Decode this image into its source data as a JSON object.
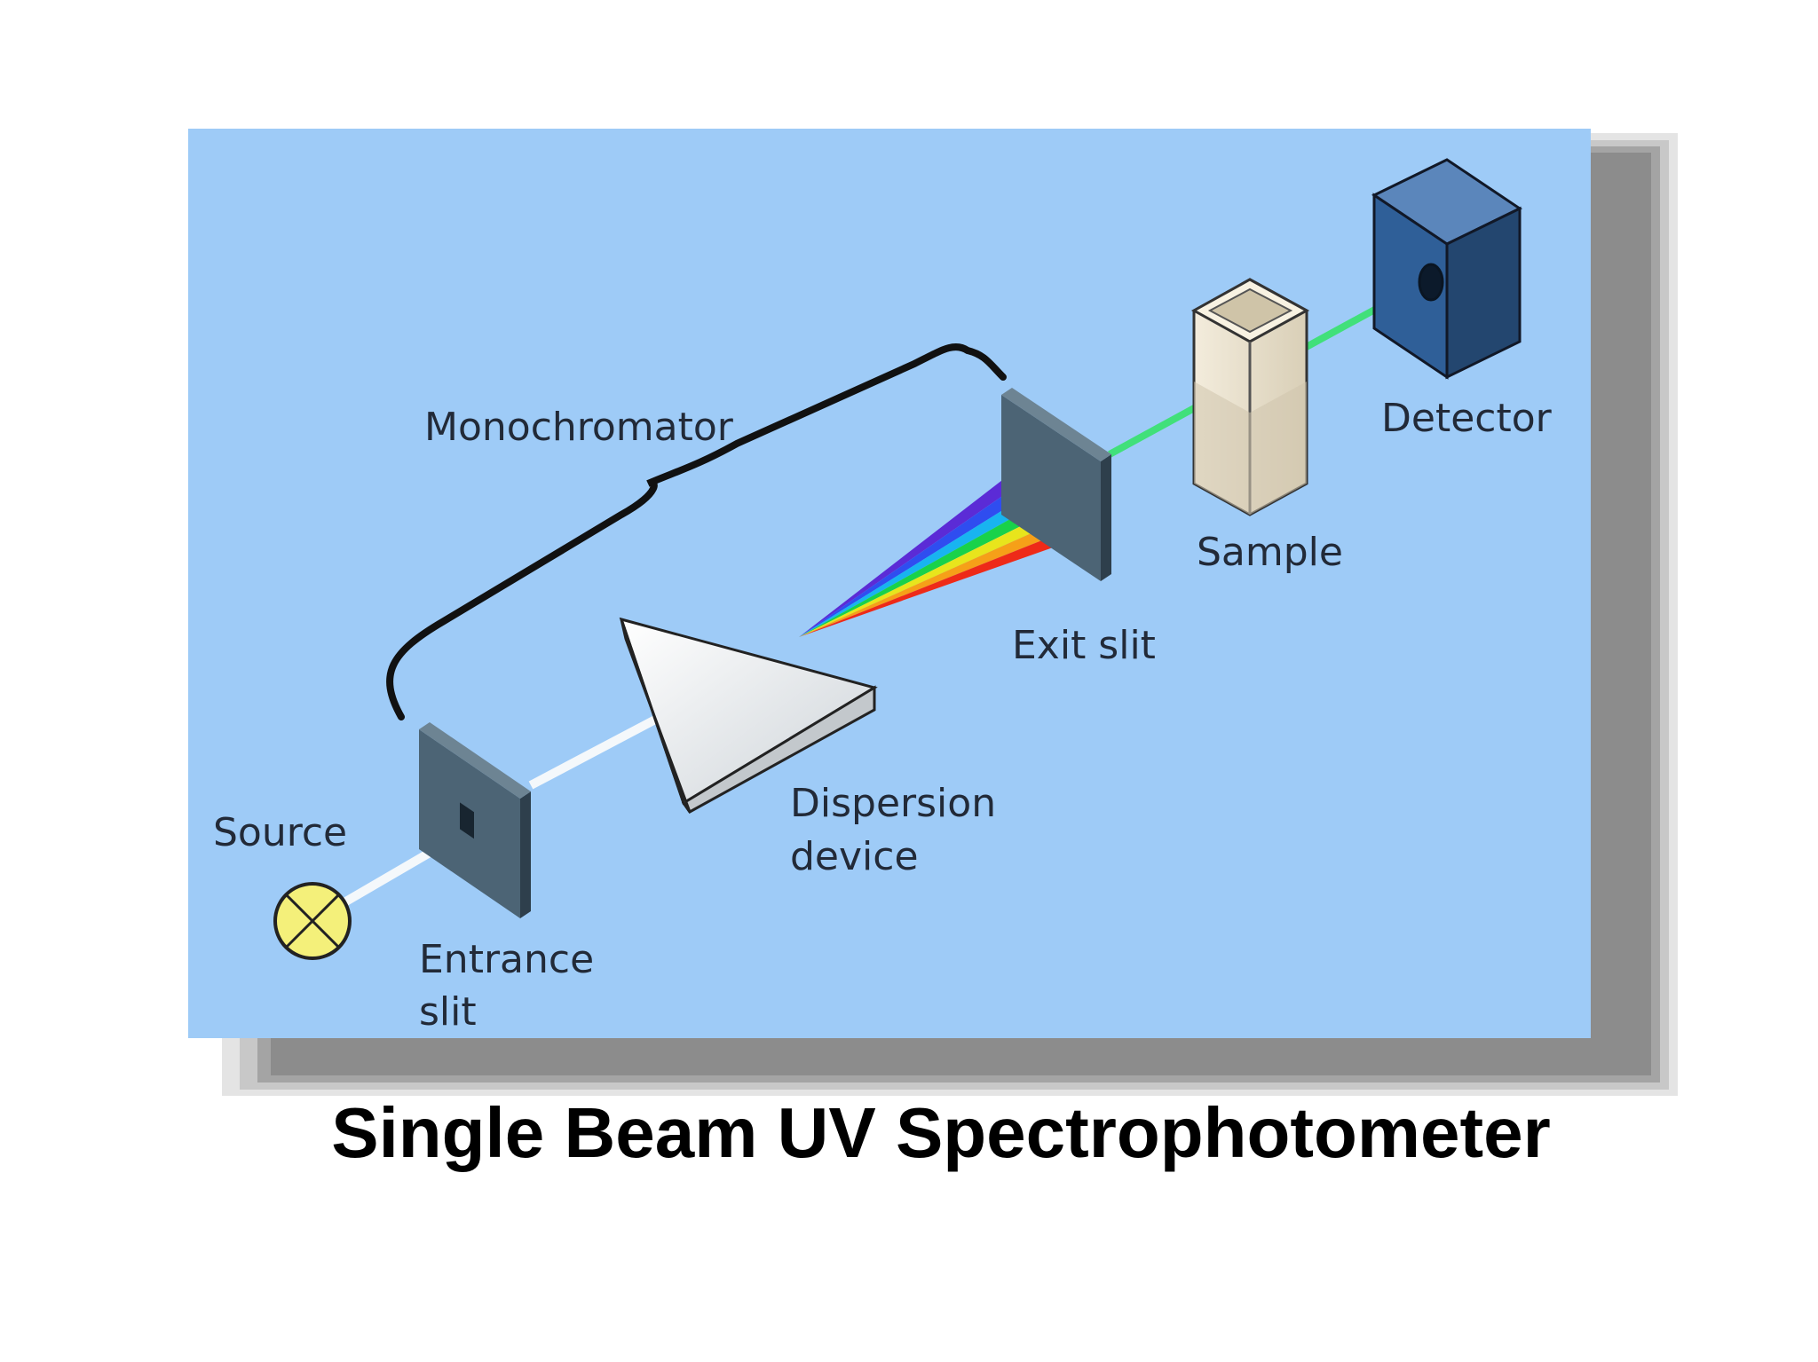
{
  "diagram": {
    "labels": {
      "monochromator": "Monochromator",
      "detector": "Detector",
      "sample": "Sample",
      "exit_slit": "Exit slit",
      "source": "Source",
      "dispersion_device_line1": "Dispersion",
      "dispersion_device_line2": "device",
      "entrance_slit_line1": "Entrance",
      "entrance_slit_line2": "slit"
    },
    "colors": {
      "panel_background": "#9ecbf7",
      "slit_plate": "#4c6475",
      "detector_box": "#2f5f98",
      "beam_white": "#f4f8fb",
      "beam_green": "#41e07a",
      "source_lamp": "#f4f07a",
      "cuvette": "#e8e0cc"
    },
    "spectrum_colors": [
      "#5b2bd6",
      "#2f4df0",
      "#18b4f0",
      "#19d24a",
      "#e8e51c",
      "#f6a018",
      "#ee2a18"
    ]
  },
  "caption": "Single Beam UV Spectrophotometer"
}
